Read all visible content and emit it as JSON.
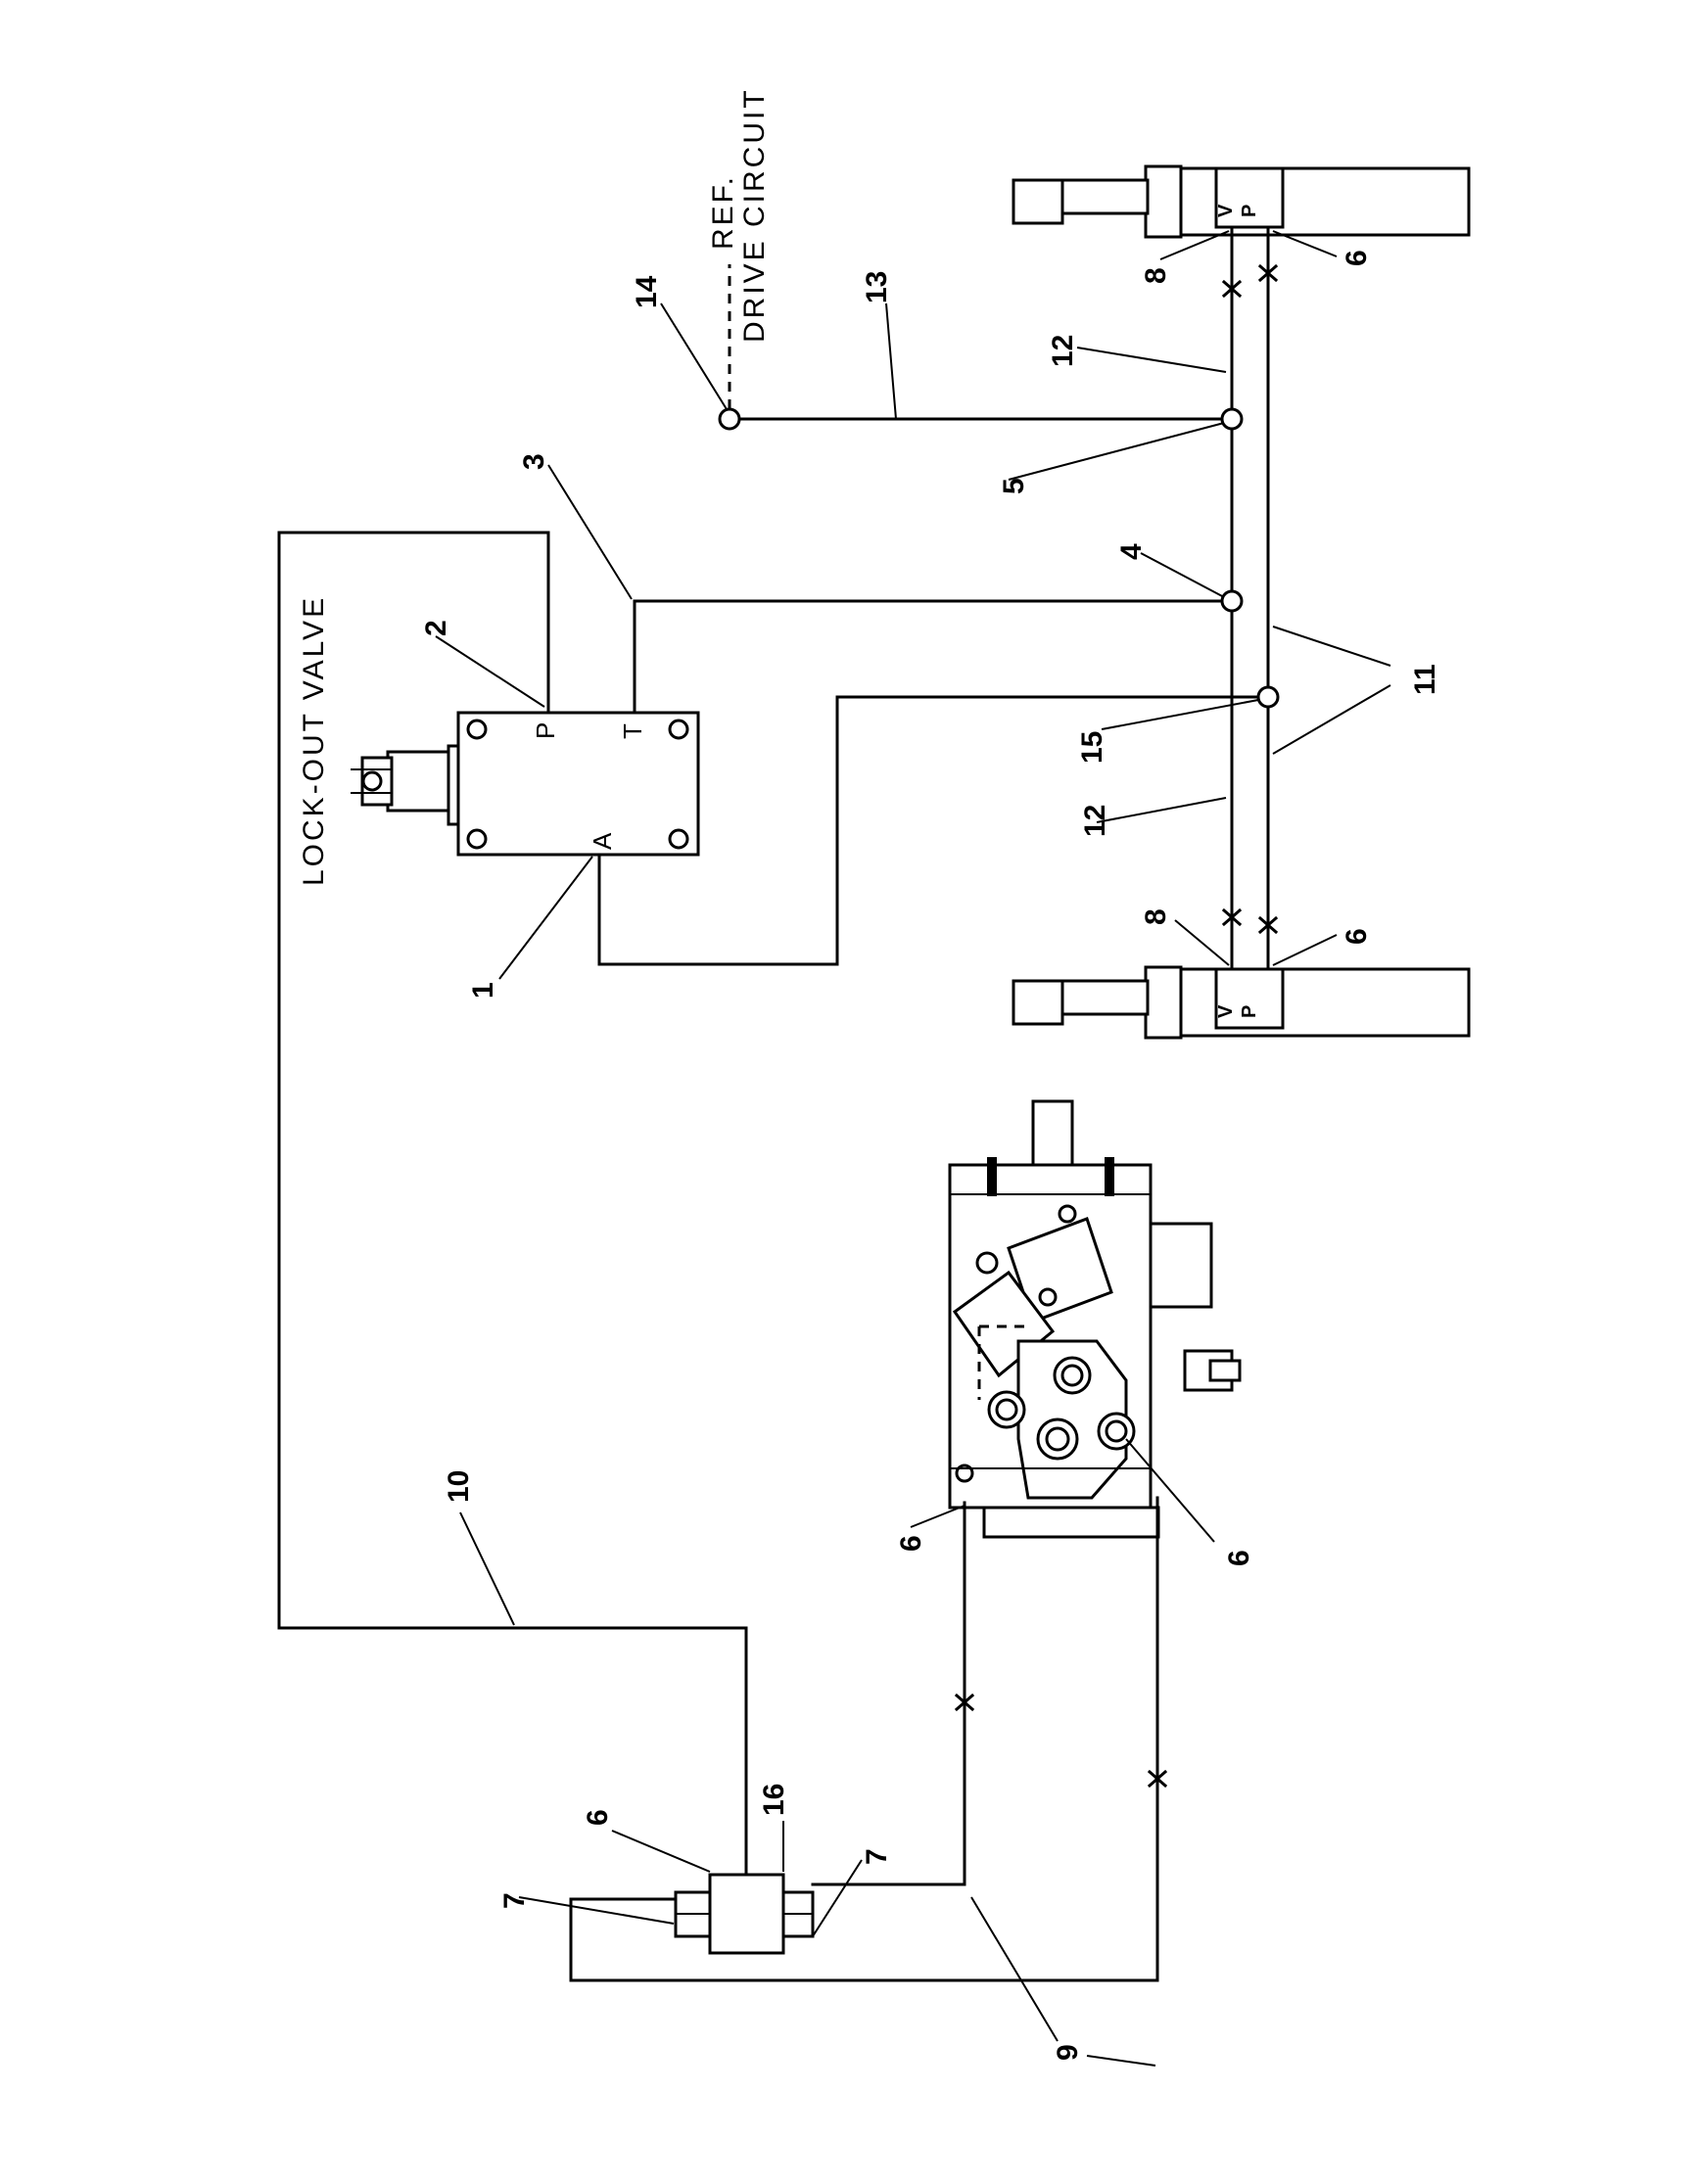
{
  "labels": {
    "lockout_valve": "LOCK-OUT VALVE",
    "ref": "REF.",
    "drive_circuit": "DRIVE CIRCUIT",
    "port_p": "P",
    "port_t": "T",
    "port_a": "A",
    "cyl_v": "V",
    "cyl_p": "P"
  },
  "callouts": {
    "c1": "1",
    "c2": "2",
    "c3": "3",
    "c4": "4",
    "c5": "5",
    "c6a": "6",
    "c6b": "6",
    "c6c": "6",
    "c6d": "6",
    "c6e": "6",
    "c7a": "7",
    "c7b": "7",
    "c8a": "8",
    "c8b": "8",
    "c9": "9",
    "c10": "10",
    "c11": "11",
    "c12a": "12",
    "c12b": "12",
    "c13": "13",
    "c14": "14",
    "c15": "15",
    "c16": "16"
  }
}
